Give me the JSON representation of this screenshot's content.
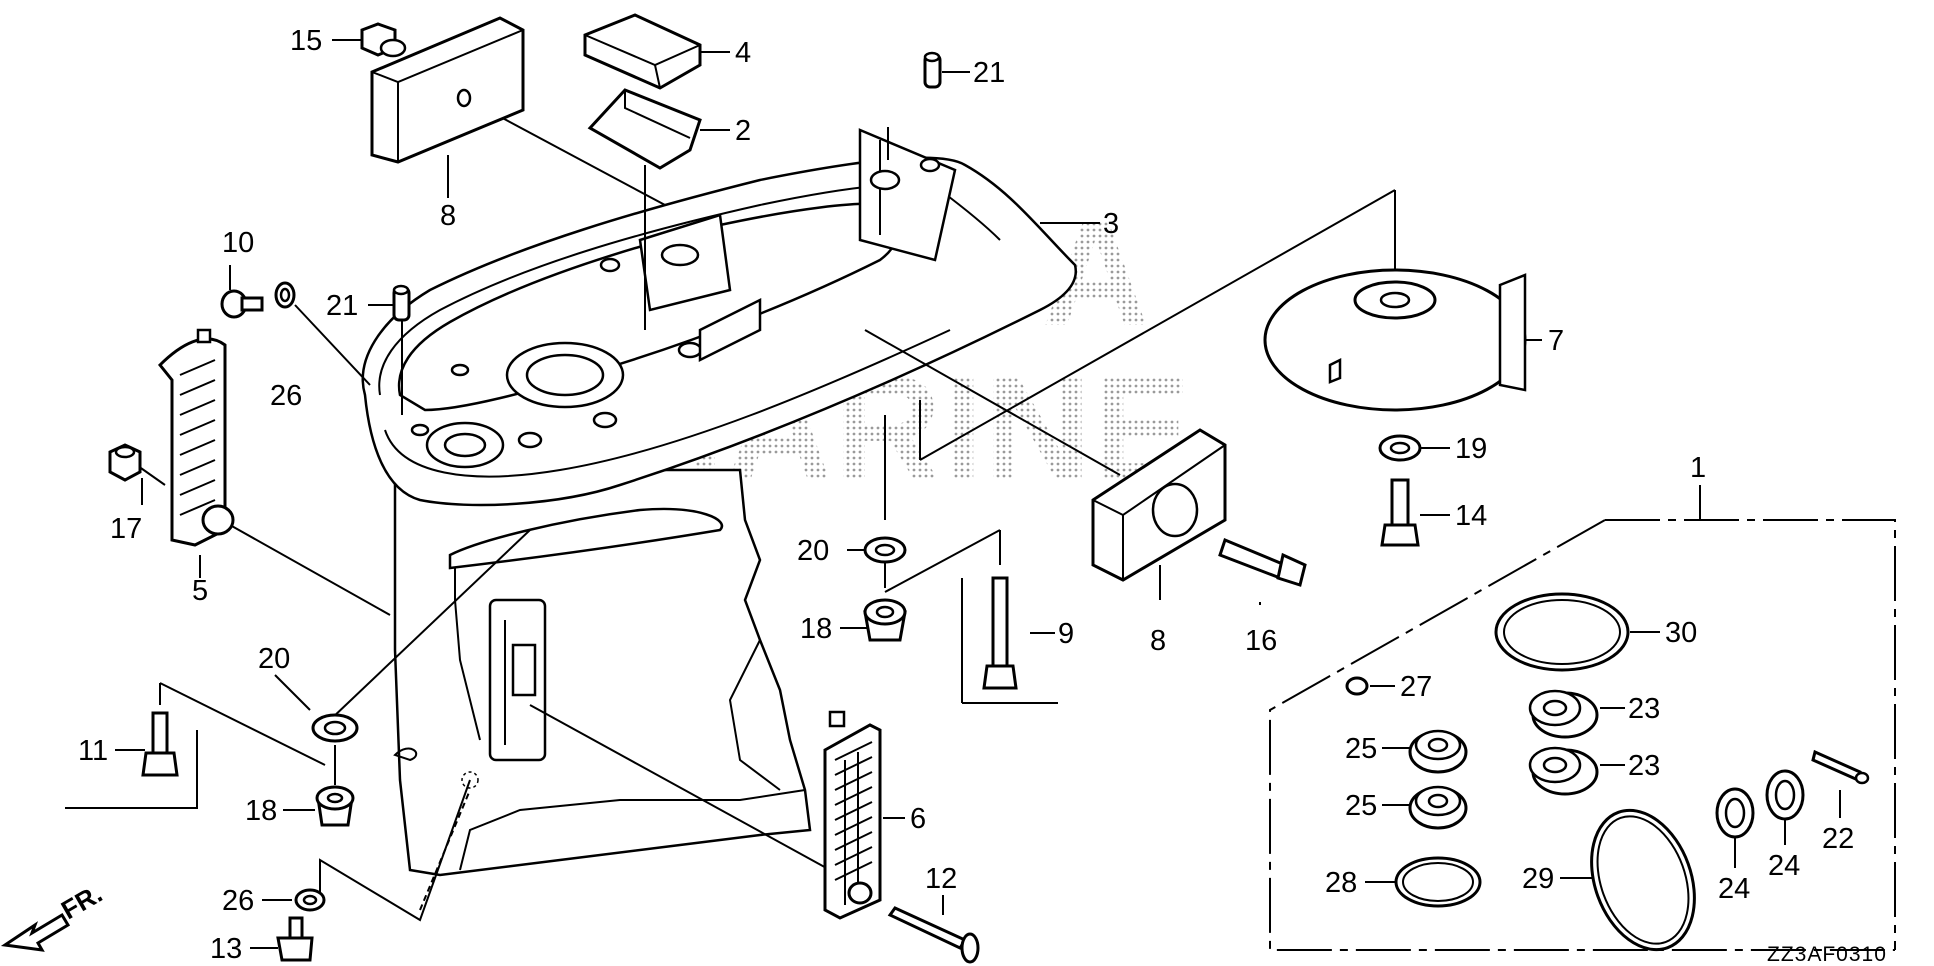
{
  "diagram": {
    "watermark_line1": "HONDA",
    "watermark_line2": "MARINE",
    "front_marker": "FR.",
    "drawing_code": "ZZ3AF0310",
    "callouts": [
      {
        "id": "c15",
        "label": "15"
      },
      {
        "id": "c4",
        "label": "4"
      },
      {
        "id": "c21a",
        "label": "21"
      },
      {
        "id": "c2",
        "label": "2"
      },
      {
        "id": "c8a",
        "label": "8"
      },
      {
        "id": "c3",
        "label": "3"
      },
      {
        "id": "c10",
        "label": "10"
      },
      {
        "id": "c21b",
        "label": "21"
      },
      {
        "id": "c26a",
        "label": "26"
      },
      {
        "id": "c7",
        "label": "7"
      },
      {
        "id": "c17",
        "label": "17"
      },
      {
        "id": "c19",
        "label": "19"
      },
      {
        "id": "c1",
        "label": "1"
      },
      {
        "id": "c14",
        "label": "14"
      },
      {
        "id": "c5",
        "label": "5"
      },
      {
        "id": "c20a",
        "label": "20"
      },
      {
        "id": "c9",
        "label": "9"
      },
      {
        "id": "c18a",
        "label": "18"
      },
      {
        "id": "c8b",
        "label": "8"
      },
      {
        "id": "c16",
        "label": "16"
      },
      {
        "id": "c30",
        "label": "30"
      },
      {
        "id": "c20b",
        "label": "20"
      },
      {
        "id": "c27",
        "label": "27"
      },
      {
        "id": "c23a",
        "label": "23"
      },
      {
        "id": "c11",
        "label": "11"
      },
      {
        "id": "c25a",
        "label": "25"
      },
      {
        "id": "c23b",
        "label": "23"
      },
      {
        "id": "c18b",
        "label": "18"
      },
      {
        "id": "c6",
        "label": "6"
      },
      {
        "id": "c25b",
        "label": "25"
      },
      {
        "id": "c22",
        "label": "22"
      },
      {
        "id": "c12",
        "label": "12"
      },
      {
        "id": "c28",
        "label": "28"
      },
      {
        "id": "c29",
        "label": "29"
      },
      {
        "id": "c24a",
        "label": "24"
      },
      {
        "id": "c24b",
        "label": "24"
      },
      {
        "id": "c26b",
        "label": "26"
      },
      {
        "id": "c13",
        "label": "13"
      }
    ]
  }
}
